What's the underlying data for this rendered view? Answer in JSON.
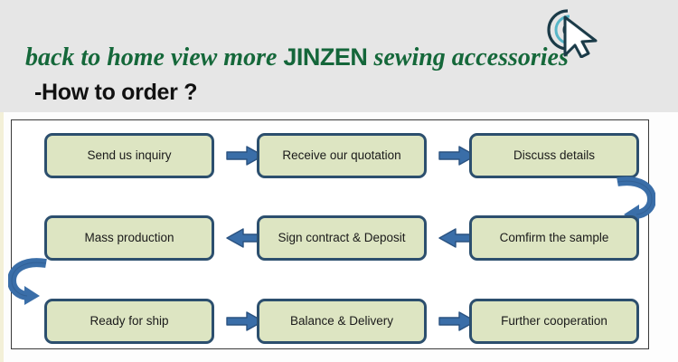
{
  "header": {
    "background_color": "#e6e6e6",
    "headline_prefix": "back to home view more ",
    "headline_brand": "JINZEN",
    "headline_suffix": " sewing accessories",
    "headline_color": "#15683a",
    "subhead": "-How to order ?",
    "subhead_color": "#111111",
    "cursor_icon_name": "mouse-click-cursor-icon"
  },
  "flowchart": {
    "box_fill_color": "#dde5c2",
    "box_border_color": "#2c4f6e",
    "arrow_color": "#3a6ea8",
    "panel_border_color": "#3a3a3a",
    "rows": [
      {
        "direction": "left-to-right",
        "steps": [
          {
            "label": "Send us inquiry"
          },
          {
            "label": "Receive our  quotation"
          },
          {
            "label": "Discuss details"
          }
        ]
      },
      {
        "direction": "right-to-left",
        "steps": [
          {
            "label": "Mass production"
          },
          {
            "label": "Sign contract & Deposit"
          },
          {
            "label": "Comfirm the sample"
          }
        ]
      },
      {
        "direction": "left-to-right",
        "steps": [
          {
            "label": "Ready for ship"
          },
          {
            "label": "Balance & Delivery"
          },
          {
            "label": "Further cooperation"
          }
        ]
      }
    ],
    "connectors": [
      {
        "name": "arrow-row1-step1-to-step2",
        "type": "straight-right"
      },
      {
        "name": "arrow-row1-step2-to-step3",
        "type": "straight-right"
      },
      {
        "name": "arrow-row1-to-row2",
        "type": "curve-right-u-turn"
      },
      {
        "name": "arrow-row2-step3-to-step2",
        "type": "straight-left"
      },
      {
        "name": "arrow-row2-step2-to-step1",
        "type": "straight-left"
      },
      {
        "name": "arrow-row2-to-row3",
        "type": "curve-left-u-turn"
      },
      {
        "name": "arrow-row3-step1-to-step2",
        "type": "straight-right"
      },
      {
        "name": "arrow-row3-step2-to-step3",
        "type": "straight-right"
      }
    ]
  }
}
